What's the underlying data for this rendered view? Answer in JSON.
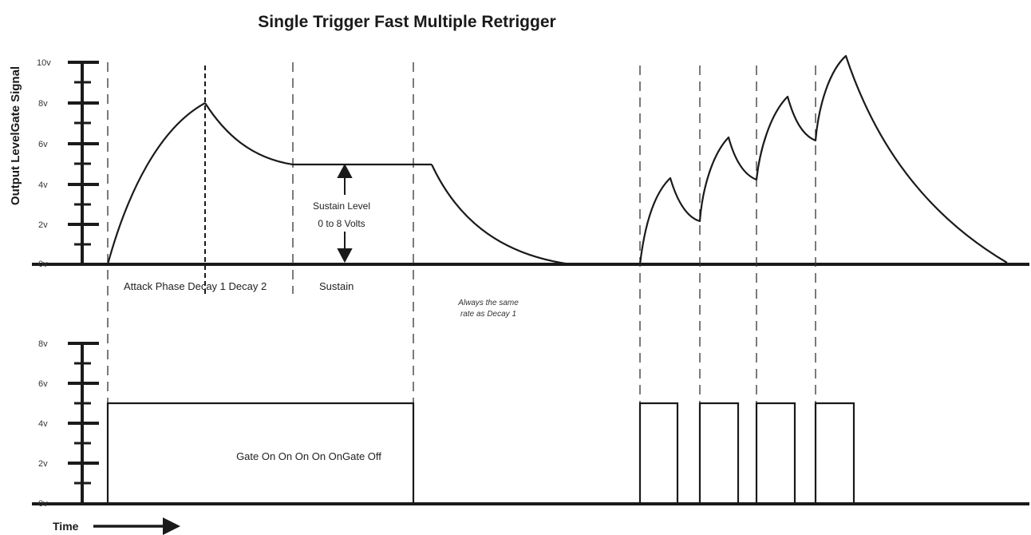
{
  "title": "Single  Trigger Fast Multiple Retrigger",
  "y_axis_label": "Output LevelGate Signal",
  "top_panel": {
    "y_ticks": [
      "10v",
      "8v",
      "6v",
      "4v",
      "2v",
      "0v"
    ],
    "y_values": [
      10,
      8,
      6,
      4,
      2,
      0
    ],
    "ylim": [
      0,
      10
    ],
    "phase_label": "Attack Phase Decay 1 Decay 2",
    "sustain_label": "Sustain",
    "sustain_annotation_line1": "Sustain Level",
    "sustain_annotation_line2": "0 to 8 Volts",
    "note_line1": "Always the same",
    "note_line2": "rate as Decay 1"
  },
  "bottom_panel": {
    "y_ticks": [
      "8v",
      "6v",
      "4v",
      "2v",
      "0v"
    ],
    "y_values": [
      8,
      6,
      4,
      2,
      0
    ],
    "ylim": [
      0,
      8
    ],
    "gate_label": "Gate On On On On OnGate Off",
    "gate_level": 5
  },
  "time_label": "Time",
  "chart_data": {
    "type": "line",
    "title": "Single  Trigger Fast Multiple Retrigger",
    "ylabel": "Output LevelGate Signal",
    "xlabel": "Time",
    "envelope_single": {
      "attack_peak": 8,
      "sustain_level": 5,
      "final_level": 0
    },
    "envelope_retrigger": {
      "peaks": [
        4.3,
        6.3,
        8.3,
        10.5
      ],
      "troughs": [
        2.2,
        4.3,
        6.2
      ]
    },
    "gate_pulses_count": 5,
    "gate_level": 5
  },
  "colors": {
    "line": "#1a1a1a",
    "background": "#ffffff"
  }
}
